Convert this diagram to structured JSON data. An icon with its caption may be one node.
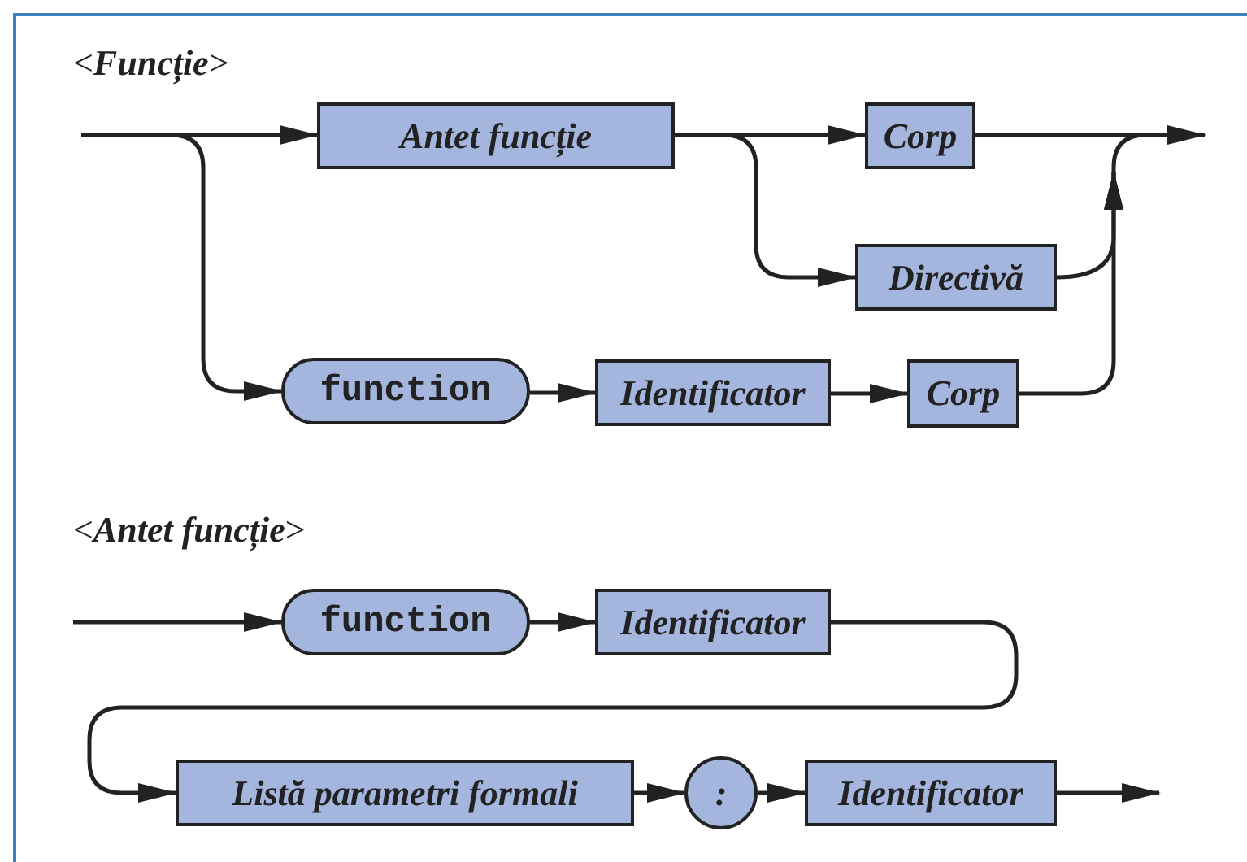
{
  "diagram": {
    "nodes": [
      {
        "text": [
          "Antet funcție"
        ]
      },
      {
        "text": [
          "Corp"
        ]
      },
      {
        "text": [
          "Directivă"
        ]
      },
      {
        "text": [
          "function"
        ]
      },
      {
        "text": [
          "Identificator"
        ]
      },
      {
        "text": [
          "Corp"
        ]
      },
      {
        "text": [
          "function"
        ]
      },
      {
        "text": [
          "Identificator"
        ]
      },
      {
        "text": [
          "Listă parametri formali"
        ]
      },
      {
        "text": [
          ":"
        ]
      },
      {
        "text": [
          "Identificator"
        ]
      }
    ],
    "edges": [
      {
        "from": null,
        "to": 0,
        "arrow": "to"
      },
      {
        "from": null,
        "to": 3,
        "arrow": "to"
      },
      {
        "from": 0,
        "to": 1,
        "arrow": "to"
      },
      {
        "from": 0,
        "to": 2,
        "arrow": "to"
      },
      {
        "from": 3,
        "to": 4,
        "arrow": "to"
      },
      {
        "from": 4,
        "to": 5,
        "arrow": "to"
      },
      {
        "from": 1,
        "to": null,
        "arrow": "to"
      },
      {
        "from": 2,
        "to": null,
        "arrow": "to"
      },
      {
        "from": 5,
        "to": null,
        "arrow": "to"
      },
      {
        "from": null,
        "to": 6,
        "arrow": "to"
      },
      {
        "from": 6,
        "to": 7,
        "arrow": "to"
      },
      {
        "from": 7,
        "to": 8,
        "arrow": "to"
      },
      {
        "from": 8,
        "to": 9,
        "arrow": "to"
      },
      {
        "from": 9,
        "to": 10,
        "arrow": "to"
      },
      {
        "from": 10,
        "to": null,
        "arrow": "to"
      }
    ],
    "labels": [
      "<*Funcție*>",
      "<*Antet funcție*>"
    ]
  }
}
